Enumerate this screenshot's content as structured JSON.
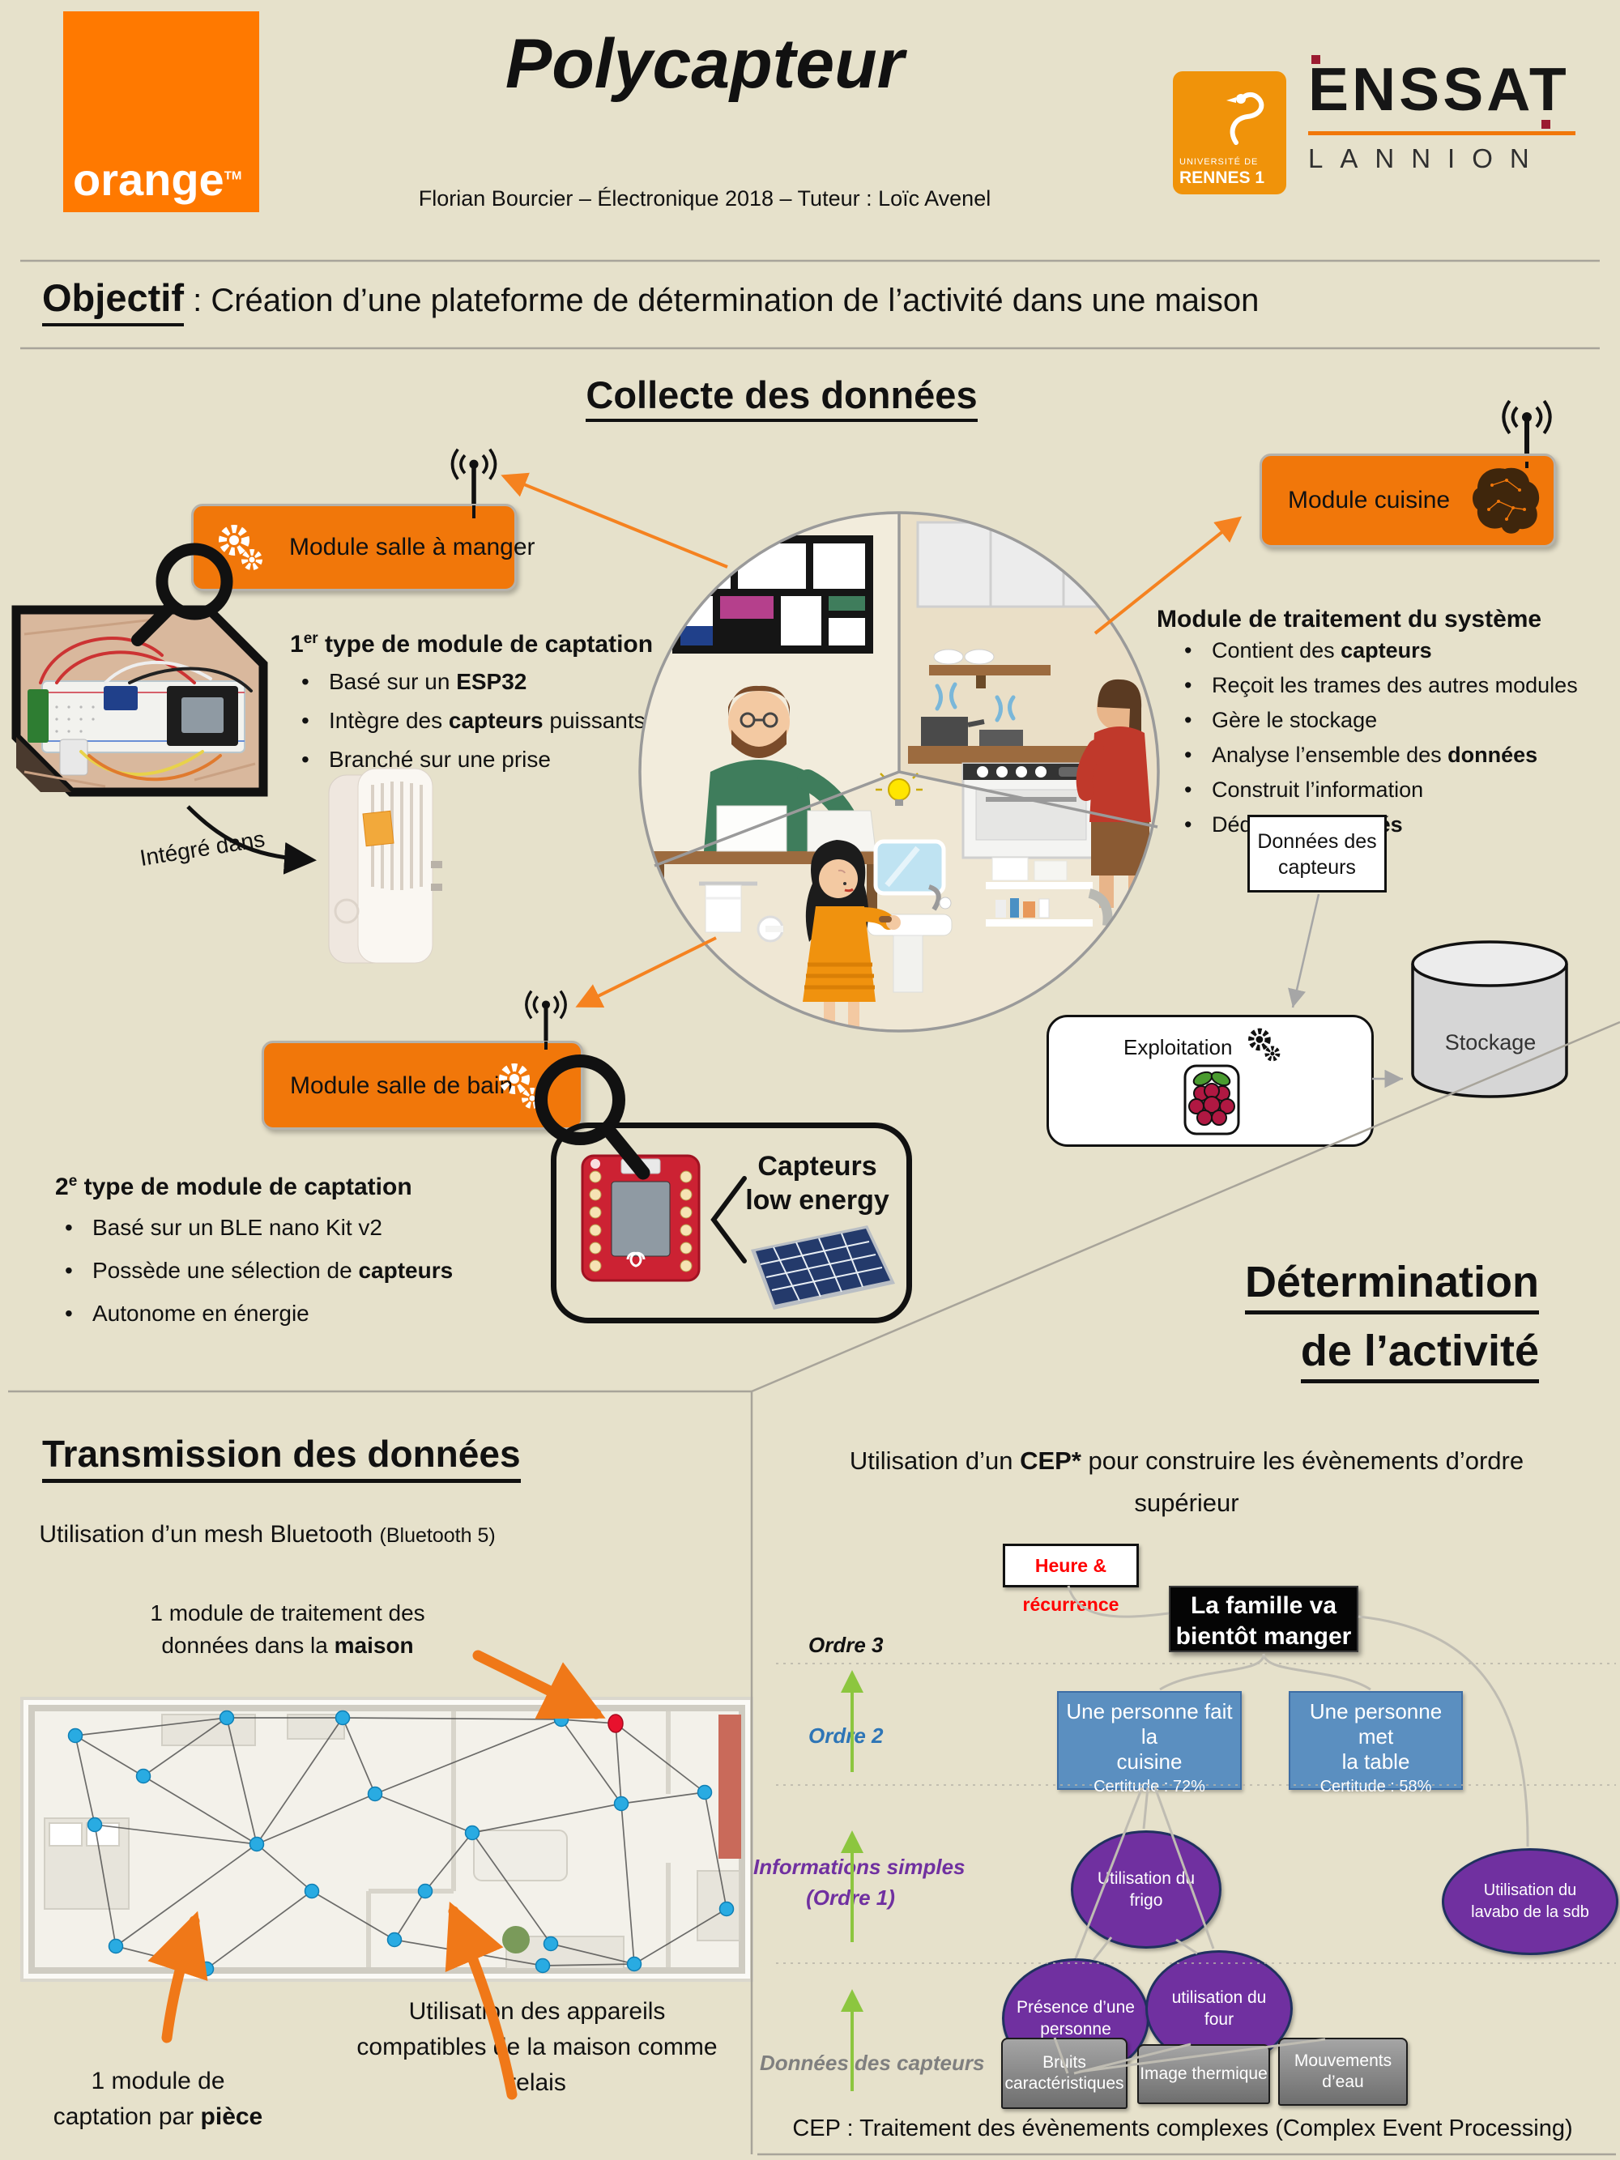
{
  "colors": {
    "background": "#e6e1cb",
    "orange_brand": "#ff7900",
    "module_box_orange": "#f1770a",
    "arrow_orange": "#f58220",
    "blue_box": "#5b8fc0",
    "purple_ellipse": "#7030a0",
    "gray_sensor_box": "#808080",
    "green_arrow": "#8cc63f",
    "mesh_node_blue": "#29abe2",
    "mesh_node_red": "#e8112d",
    "alert_red_text": "#ff0000"
  },
  "icons": {
    "antenna": "radio-antenna-icon",
    "gears": "gears-icon",
    "magnifier": "magnifying-glass-icon",
    "brain": "circuit-brain-icon",
    "raspberry": "raspberry-pi-icon",
    "bulb": "light-bulb-icon"
  },
  "header": {
    "title": "Polycapteur",
    "subtitle": "Florian Bourcier – Électronique 2018 – Tuteur : Loïc Avenel",
    "orange_logo_text": "orange",
    "orange_tm": "TM",
    "rennes_line1": "UNIVERSITÉ DE",
    "rennes_line2": "RENNES 1",
    "enssat": "ENSSAT",
    "lannion": "LANNION"
  },
  "objectif": {
    "label": "Objectif",
    "sep": " : ",
    "text": "Création d’une plateforme de détermination de l’activité dans une maison"
  },
  "collecte": {
    "heading": "Collecte des données",
    "module_salle_a_manger": "Module salle à manger",
    "module_cuisine": "Module cuisine",
    "module_salle_de_bain": "Module salle de bain",
    "integre_dans": "Intégré dans",
    "type1": {
      "num": "1",
      "sup": "er",
      "title_rest": " type de module de captation",
      "bullets": [
        {
          "pre": "Basé sur un ",
          "bold": "ESP32",
          "post": ""
        },
        {
          "pre": "Intègre des ",
          "bold": "capteurs",
          "post": " puissants"
        },
        {
          "pre": "Branché sur une prise",
          "bold": "",
          "post": ""
        }
      ]
    },
    "traitement": {
      "title": "Module de traitement du système",
      "bullets": [
        {
          "pre": "Contient des ",
          "bold": "capteurs",
          "post": ""
        },
        {
          "pre": "Reçoit les trames des autres modules",
          "bold": "",
          "post": ""
        },
        {
          "pre": "Gère le stockage",
          "bold": "",
          "post": ""
        },
        {
          "pre": "Analyse l’ensemble des ",
          "bold": "données",
          "post": ""
        },
        {
          "pre": "Construit l’information",
          "bold": "",
          "post": ""
        },
        {
          "pre": "Déduit les ",
          "bold": "activités",
          "post": ""
        }
      ]
    },
    "type2": {
      "num": "2",
      "sup": "e",
      "title_rest": " type de module de captation",
      "bullets": [
        {
          "pre": "Basé sur un BLE nano Kit v2",
          "bold": "",
          "post": ""
        },
        {
          "pre": "Possède une sélection de ",
          "bold": "capteurs",
          "post": ""
        },
        {
          "pre": "Autonome en énergie",
          "bold": "",
          "post": ""
        }
      ]
    },
    "capteurs_box": {
      "line1": "Capteurs",
      "line2": "low energy"
    },
    "pipeline": {
      "donnees_line1": "Données des",
      "donnees_line2": "capteurs",
      "exploitation": "Exploitation",
      "stockage": "Stockage"
    }
  },
  "transmission": {
    "heading": "Transmission des données",
    "mesh_pre": "Utilisation d’un mesh Bluetooth ",
    "mesh_paren": "(Bluetooth 5)",
    "treatment_line1": "1 module de traitement des",
    "treatment_line2_pre": "données dans la ",
    "treatment_line2_bold": "maison",
    "captation_line1": "1 module de",
    "captation_line2_pre": "captation par ",
    "captation_line2_bold": "pièce",
    "relais_line1": "Utilisation des appareils",
    "relais_line2": "compatibles de la maison comme",
    "relais_line3": "relais"
  },
  "determination": {
    "heading_line1": "Détermination",
    "heading_line2": "de l’activité",
    "intro_pre": "Utilisation d’un ",
    "intro_bold": "CEP*",
    "intro_post": " pour construire les évènements d’ordre",
    "intro_line2": "supérieur",
    "diagram": {
      "heure": "Heure & récurrence",
      "ordre3": "Ordre 3",
      "ordre2": "Ordre 2",
      "ordre1_line1": "Informations simples",
      "ordre1_line2": "(Ordre 1)",
      "capteurs_label": "Données des capteurs",
      "famille_line1": "La famille va",
      "famille_line2": "bientôt manger",
      "cuisine_line1": "Une personne fait la",
      "cuisine_line2": "cuisine",
      "cuisine_cert": "Certitude : 72%",
      "table_line1": "Une personne met",
      "table_line2": "la table",
      "table_cert": "Certitude : 58%",
      "frigo_line1": "Utilisation du",
      "frigo_line2": "frigo",
      "presence_line1": "Présence d’une",
      "presence_line2": "personne",
      "four_line1": "utilisation du",
      "four_line2": "four",
      "sdb_line1": "Utilisation du",
      "sdb_line2": "lavabo de la sdb",
      "bruits_line1": "Bruits",
      "bruits_line2": "caractéristiques",
      "image_thermique": "Image thermique",
      "mouvements": "Mouvements d’eau"
    }
  },
  "footnote": "CEP : Traitement des évènements complexes (Complex Event Processing)"
}
